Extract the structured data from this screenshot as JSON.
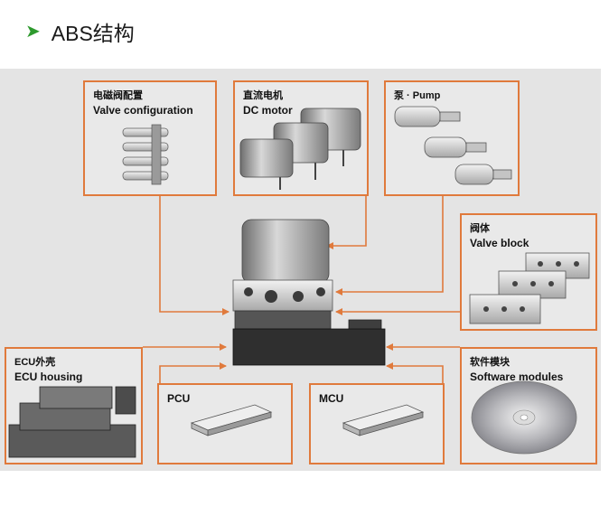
{
  "header": {
    "bullet_icon": "green-arrow-bullet-icon",
    "title": "ABS结构"
  },
  "colors": {
    "accent": "#e07a3c",
    "panel": "#e4e4e4",
    "bullet": "#2e9a2e"
  },
  "components": {
    "valve_configuration": {
      "cn": "电磁阀配置",
      "en": "Valve configuration"
    },
    "dc_motor": {
      "cn": "直流电机",
      "en": "DC motor"
    },
    "pump": {
      "cn": "泵 · Pump"
    },
    "valve_block": {
      "cn": "阀体",
      "en": "Valve block"
    },
    "ecu_housing": {
      "cn": "ECU外壳",
      "en": "ECU housing"
    },
    "pcu": {
      "label": "PCU"
    },
    "mcu": {
      "label": "MCU"
    },
    "software_modules": {
      "cn": "软件模块",
      "en": "Software modules"
    }
  }
}
